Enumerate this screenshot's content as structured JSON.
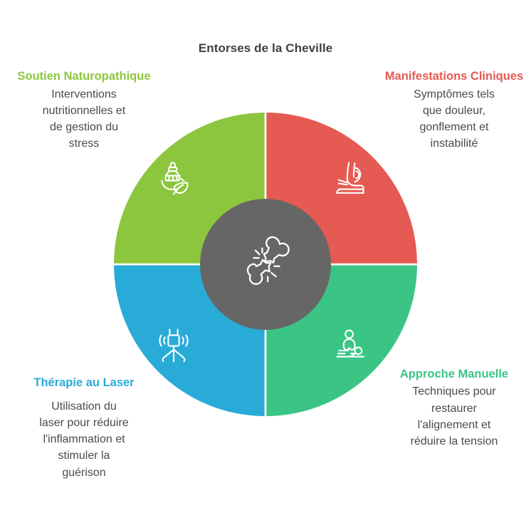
{
  "page": {
    "title": "Entorses de la Cheville",
    "background_color": "#ffffff",
    "title_color": "#3f3f3f",
    "body_text_color": "#4a4a48"
  },
  "wheel": {
    "center_icon_name": "broken-bone-icon",
    "center_color": "#666666",
    "segments": [
      {
        "position": "top-left",
        "color": "#8cc63e",
        "icon": "mortar-and-leaf-icon",
        "title": "Soutien Naturopathique",
        "description": "Interventions nutritionnelles et de gestion du stress"
      },
      {
        "position": "top-right",
        "color": "#e55a52",
        "icon": "bandaged-ankle-icon",
        "title": "Manifestations Cliniques",
        "description": "Symptômes tels que douleur, gonflement et instabilité"
      },
      {
        "position": "bottom-left",
        "color": "#29abd8",
        "icon": "laser-device-icon",
        "title": "Thérapie au Laser",
        "description": "Utilisation du laser pour réduire l'inflammation et stimuler la guérison"
      },
      {
        "position": "bottom-right",
        "color": "#3bc585",
        "icon": "manual-therapy-icon",
        "title": "Approche Manuelle",
        "description": "Techniques pour restaurer l'alignement et réduire la tension"
      }
    ]
  },
  "callouts": {
    "naturopathy": {
      "title": "Soutien Naturopathique",
      "title_color": "#8cc63e",
      "line1": "Interventions",
      "line2": "nutritionnelles et",
      "line3": "de gestion du",
      "line4": "stress"
    },
    "clinical": {
      "title": "Manifestations Cliniques",
      "title_color": "#e55a52",
      "line1": "Symptômes tels",
      "line2": "que douleur,",
      "line3": "gonflement et",
      "line4": "instabilité"
    },
    "laser": {
      "title": "Thérapie au Laser",
      "title_color": "#29abd8",
      "line1": "Utilisation du",
      "line2": "laser pour réduire",
      "line3": "l'inflammation et",
      "line4": "stimuler la",
      "line5": "guérison"
    },
    "manual": {
      "title": "Approche Manuelle",
      "title_color": "#3bc585",
      "line1": "Techniques pour",
      "line2": "restaurer",
      "line3": "l'alignement et",
      "line4": "réduire la tension"
    }
  }
}
